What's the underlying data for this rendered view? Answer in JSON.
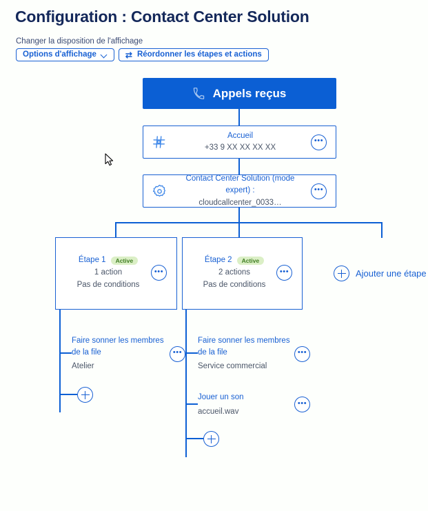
{
  "header": {
    "title": "Configuration : Contact Center Solution",
    "toolbar_label": "Changer la disposition de l'affichage",
    "buttons": [
      {
        "label": "Options d'affichage",
        "icon": "chevron-down-icon"
      },
      {
        "label": "Réordonner les étapes et actions",
        "icon": "swap-icon"
      }
    ]
  },
  "flow": {
    "entry": {
      "label": "Appels reçus",
      "icon": "phone-icon",
      "color": "#0b5fd4"
    },
    "nodes": [
      {
        "icon": "keypad-icon",
        "title": "Accueil",
        "subtitle": "+33 9 XX XX XX XX",
        "menu": "•••"
      },
      {
        "icon": "gear-icon",
        "title": "Contact Center Solution (mode expert) :",
        "subtitle": "cloudcallcenter_0033…",
        "menu": "•••"
      }
    ],
    "steps": [
      {
        "name": "Étape 1",
        "badge": "Active",
        "actions_count": "1 action",
        "conditions": "Pas de conditions",
        "menu": "•••",
        "actions": [
          {
            "title": "Faire sonner les membres de la file",
            "subtitle": "Atelier",
            "menu": "•••"
          }
        ],
        "add_action": "+"
      },
      {
        "name": "Étape 2",
        "badge": "Active",
        "actions_count": "2 actions",
        "conditions": "Pas de conditions",
        "menu": "•••",
        "actions": [
          {
            "title": "Faire sonner les membres de la file",
            "subtitle": "Service commercial",
            "menu": "•••"
          },
          {
            "title": "Jouer un son",
            "subtitle": "accueil.wav",
            "menu": "•••"
          }
        ],
        "add_action": "+"
      }
    ],
    "add_step": {
      "label": "Ajouter une étape",
      "icon": "plus-circle-icon"
    }
  },
  "colors": {
    "brand_blue": "#0b5fd4",
    "link_blue": "#1860d3",
    "title_navy": "#14285a",
    "badge_bg": "#dbefc6",
    "badge_text": "#3f7d22",
    "muted_text": "#4a5568",
    "canvas_bg": "#fdfffc"
  }
}
